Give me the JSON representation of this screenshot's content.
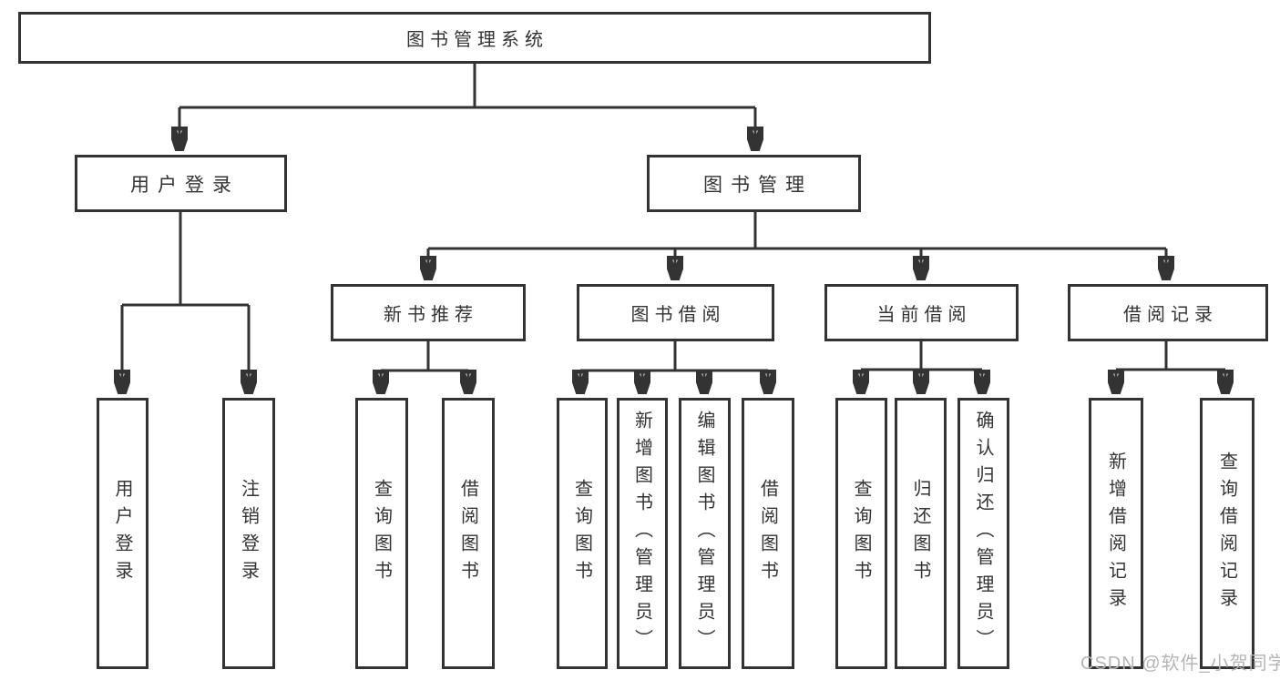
{
  "diagram": {
    "root": {
      "label": "图书管理系统"
    },
    "level2": {
      "user_login": {
        "label": "用户登录"
      },
      "book_management": {
        "label": "图书管理"
      }
    },
    "level3": {
      "new_book_recommend": {
        "label": "新书推荐"
      },
      "book_borrowing": {
        "label": "图书借阅"
      },
      "current_borrowing": {
        "label": "当前借阅"
      },
      "borrowing_records": {
        "label": "借阅记录"
      }
    },
    "leaves": {
      "ul_user_login": {
        "label": "用户登录"
      },
      "ul_logout": {
        "label": "注销登录"
      },
      "nb_query_books": {
        "label": "查询图书"
      },
      "nb_borrow_books": {
        "label": "借阅图书"
      },
      "bb_query_books": {
        "label": "查询图书"
      },
      "bb_add_books": {
        "label": "新增图书（管理员）"
      },
      "bb_edit_books": {
        "label": "编辑图书（管理员）"
      },
      "bb_borrow_books": {
        "label": "借阅图书"
      },
      "cb_query_books": {
        "label": "查询图书"
      },
      "cb_return_books": {
        "label": "归还图书"
      },
      "cb_confirm_return": {
        "label": "确认归还（管理员）"
      },
      "br_add_record": {
        "label": "新增借阅记录"
      },
      "br_query_record": {
        "label": "查询借阅记录"
      }
    }
  },
  "watermark": {
    "text": "CSDN @软件_小贺同学"
  },
  "colors": {
    "line": "#333333",
    "box_border": "#333333",
    "text": "#333333",
    "watermark": "#b5b5b5",
    "background": "#ffffff"
  }
}
